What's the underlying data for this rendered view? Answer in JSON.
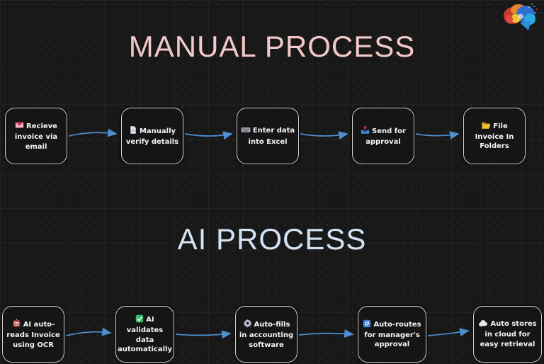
{
  "page": {
    "background_color": "#181818",
    "arrow_color": "#4e8fd0",
    "node_border_color": "#d2d2d2",
    "node_background_color": "#151515"
  },
  "logo": {
    "name": "colorful-brain-logo"
  },
  "manual": {
    "title": "MANUAL PROCESS",
    "title_color": "#f2c8c8",
    "steps": [
      {
        "icon": "envelope-icon",
        "label": "Recieve invoice via email"
      },
      {
        "icon": "document-icon",
        "label": "Manually verify details"
      },
      {
        "icon": "keyboard-icon",
        "label": "Enter data into Excel"
      },
      {
        "icon": "outbox-tray-icon",
        "label": "Send for approval"
      },
      {
        "icon": "folder-icon",
        "label": "File Invoice In Folders"
      }
    ]
  },
  "ai": {
    "title": "AI PROCESS",
    "title_color": "#d3e3f5",
    "steps": [
      {
        "icon": "robot-icon",
        "label": "AI auto-reads Invoice using OCR"
      },
      {
        "icon": "check-icon",
        "label": "AI validates data automatically"
      },
      {
        "icon": "gear-icon",
        "label": "Auto-fills in accounting software"
      },
      {
        "icon": "sync-icon",
        "label": "Auto-routes for manager's approval"
      },
      {
        "icon": "cloud-icon",
        "label": "Auto stores in cloud for easy retrieval"
      }
    ]
  }
}
